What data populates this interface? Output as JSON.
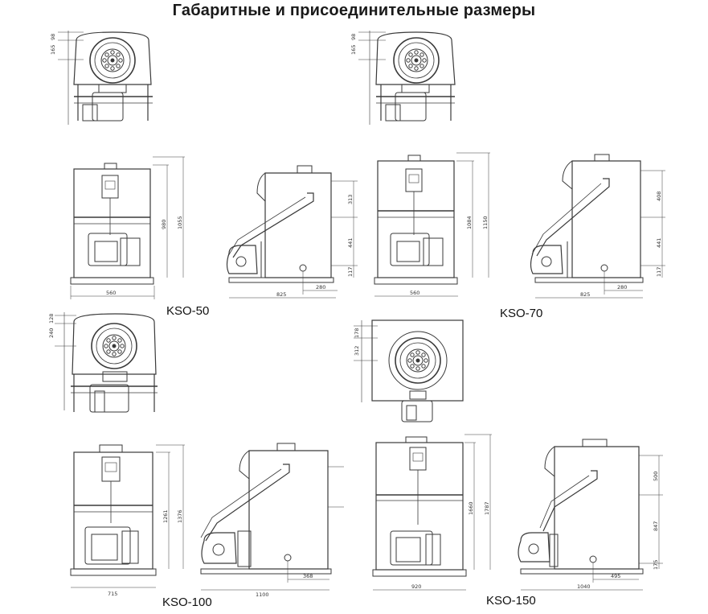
{
  "title": "Габаритные и присоединительные размеры",
  "models": {
    "kso50": "KSO-50",
    "kso70": "KSO-70",
    "kso100": "KSO-100",
    "kso150": "KSO-150"
  },
  "dims": {
    "kso50": {
      "top_a": "165",
      "top_b": "98",
      "width": "560",
      "h_inner": "980",
      "h_total": "1055",
      "depth": "825",
      "flange": "280",
      "v1": "313",
      "v2": "441",
      "v3": "117"
    },
    "kso70": {
      "top_a": "165",
      "top_b": "98",
      "width": "560",
      "h_inner": "1084",
      "h_total": "1150",
      "depth": "825",
      "flange": "280",
      "v1": "408",
      "v2": "441",
      "v3": "117"
    },
    "kso100": {
      "top_a": "240",
      "top_b": "128",
      "width": "715",
      "h_inner": "1261",
      "h_total": "1376",
      "depth": "1100",
      "flange": "368"
    },
    "kso150": {
      "top_a": "178",
      "top_b": "312",
      "width": "920",
      "h_inner": "1660",
      "h_total": "1787",
      "depth": "1040",
      "flange": "495",
      "v1": "500",
      "v2": "847",
      "v3": "175"
    }
  },
  "colors": {
    "line": "#3a3a3a",
    "thin": "#6a6a6a"
  }
}
